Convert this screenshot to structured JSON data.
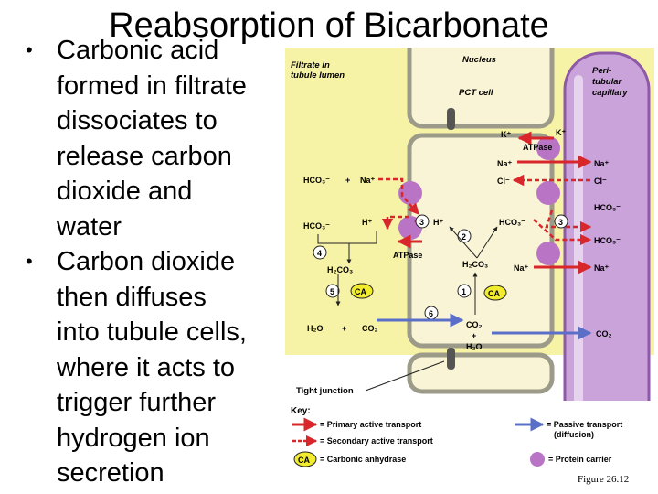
{
  "slide": {
    "title": "Reabsorption of Bicarbonate",
    "bullets": [
      "Carbonic acid formed in filtrate dissociates to release carbon dioxide and water",
      "Carbon dioxide then diffuses into tubule cells, where it acts to trigger further hydrogen ion secretion"
    ],
    "bullet_lines": [
      [
        "Carbonic acid",
        "formed in filtrate",
        "dissociates to",
        "release carbon",
        "dioxide and",
        "water"
      ],
      [
        "Carbon dioxide",
        "then diffuses",
        "into tubule cells,",
        "where it acts to",
        "trigger further",
        "hydrogen ion",
        "secretion"
      ]
    ],
    "bullet_symbol": "•"
  },
  "figure": {
    "caption": "Figure 26.12",
    "regions": {
      "lumen": "Filtrate in tubule lumen",
      "lumen_lines": [
        "Filtrate in",
        "tubule lumen"
      ],
      "nucleus": "Nucleus",
      "cell": "PCT cell",
      "capillary": "Peri-tubular capillary",
      "capillary_lines": [
        "Peri-",
        "tubular",
        "capillary"
      ],
      "tight_junction": "Tight junction"
    },
    "labels": {
      "k_cell": "K⁺",
      "k_cap": "K⁺",
      "atpase_basal": "ATPase",
      "na_basal_cell": "Na⁺",
      "na_basal_cap": "Na⁺",
      "cl_cell": "Cl⁻",
      "cl_cap": "Cl⁻",
      "hco3_lumen_top": "HCO₃⁻",
      "plus_top": "+",
      "na_lumen": "Na⁺",
      "hco3_cap_1": "HCO₃⁻",
      "hco3_lumen": "HCO₃⁻",
      "h_lumen": "H⁺",
      "h_cell": "H⁺",
      "hco3_cell": "HCO₃⁻",
      "hco3_cap_2": "HCO₃⁻",
      "atpase_apical": "ATPase",
      "h2co3_lumen": "H₂CO₃",
      "h2co3_cell": "H₂CO₃",
      "na_cell": "Na⁺",
      "na_cap": "Na⁺",
      "ca_lumen": "CA",
      "ca_cell": "CA",
      "h2o_lumen": "H₂O",
      "plus_lumen": "+",
      "co2_lumen": "CO₂",
      "co2_cell": "CO₂",
      "plus_cell": "+",
      "h2o_cell": "H₂O",
      "co2_cap": "CO₂"
    },
    "steps": [
      "1",
      "2",
      "3",
      "3",
      "4",
      "5",
      "6"
    ],
    "key": {
      "title": "Key:",
      "primary": "= Primary active transport",
      "secondary": "= Secondary active transport",
      "anhydrase_symbol": "CA",
      "anhydrase": "= Carbonic anhydrase",
      "passive": "= Passive transport",
      "passive_2": "(diffusion)",
      "carrier": "= Protein carrier"
    },
    "colors": {
      "lumen": "#f7f3a6",
      "cell": "#f9f4d6",
      "cell_border": "#9c9a88",
      "capillary": "#c9a3d9",
      "capillary_edge": "#8e5aa8",
      "primary_arrow": "#d8262b",
      "secondary_arrow": "#d8262b",
      "passive_arrow": "#5b6fc9",
      "carrier": "#b974c6",
      "ca": "#f2ec2e"
    }
  }
}
